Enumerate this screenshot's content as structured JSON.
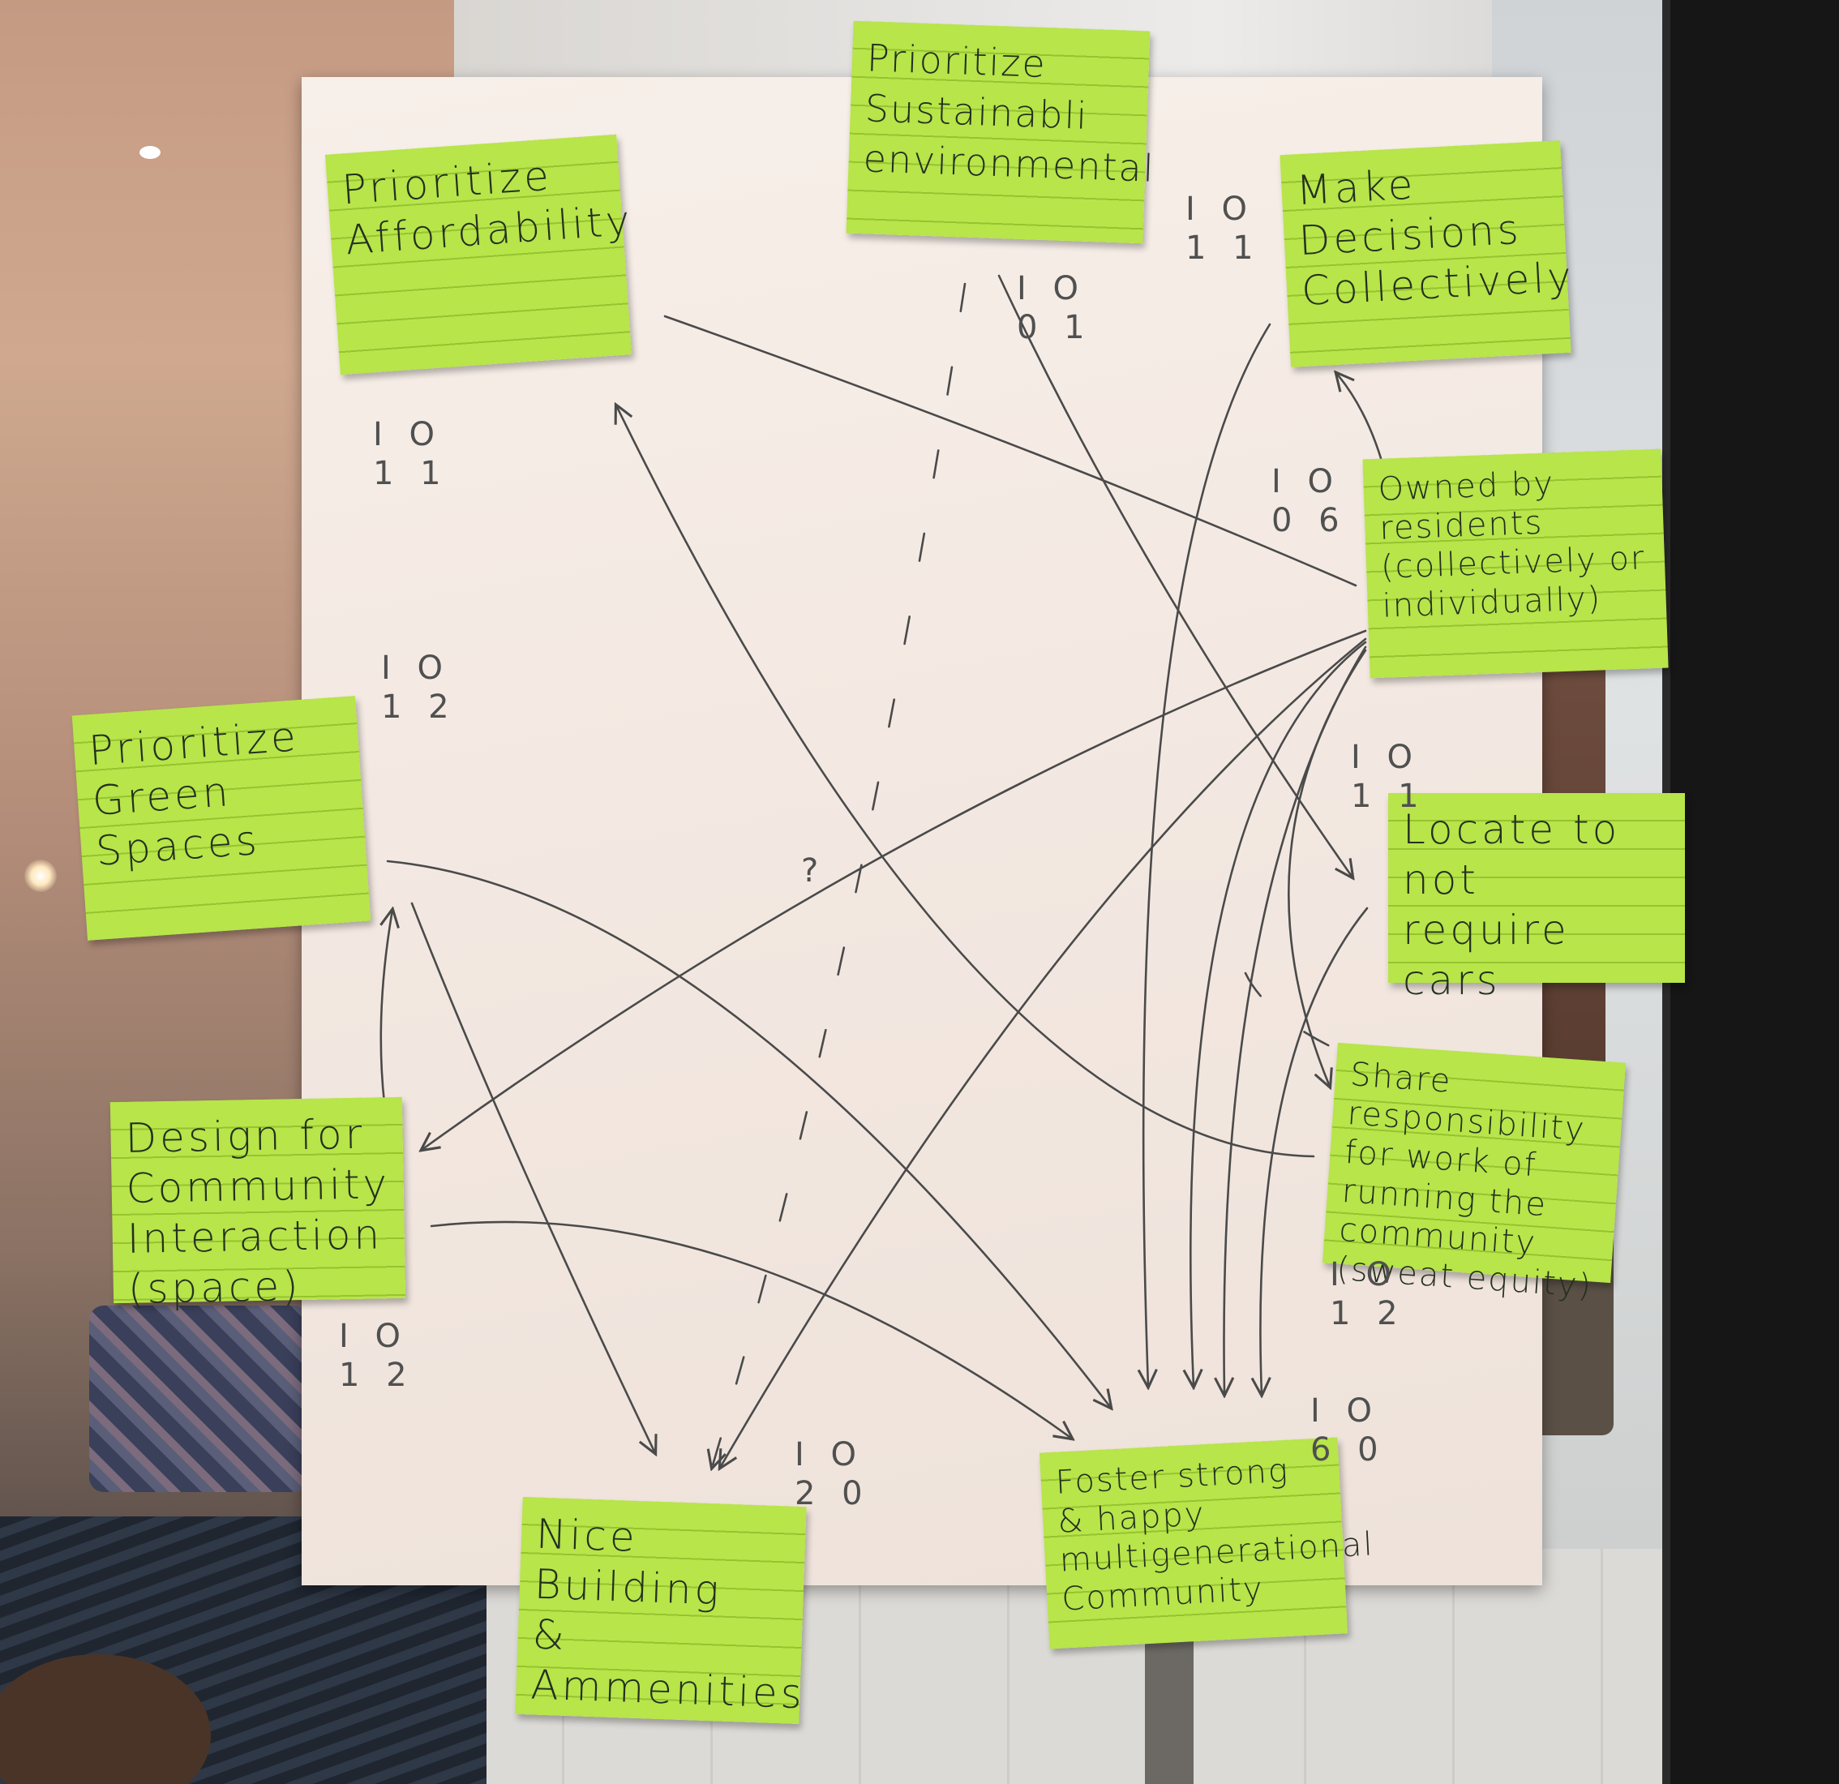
{
  "stickies": [
    {
      "id": "affordability",
      "text": "Prioritize\nAffordability"
    },
    {
      "id": "sustainability",
      "text": "Prioritize\nSustainabli\nenvironmental"
    },
    {
      "id": "decisions",
      "text": "Make\nDecisions\nCollectively"
    },
    {
      "id": "owned",
      "text": "Owned by\nresidents\n(collectively or\nindividually)"
    },
    {
      "id": "locate",
      "text": "Locate to not\nrequire\ncars"
    },
    {
      "id": "share",
      "text": "Share responsibility\nfor work of\nrunning the\ncommunity\n(sweat equity)"
    },
    {
      "id": "foster",
      "text": "Foster strong\n& happy\nmultigenerational\nCommunity"
    },
    {
      "id": "nice",
      "text": "Nice Building\n&\nAmmenities"
    },
    {
      "id": "design",
      "text": "Design for\nCommunity\nInteraction\n(space)"
    },
    {
      "id": "green",
      "text": "Prioritize\nGreen\nSpaces"
    }
  ],
  "tallies": [
    {
      "id": "affordability",
      "text": "I O\n1 1"
    },
    {
      "id": "sustainability",
      "text": "I O\n0 1"
    },
    {
      "id": "decisions",
      "text": "I O\n1 1"
    },
    {
      "id": "owned",
      "text": "I O\n0 6"
    },
    {
      "id": "locate",
      "text": "I O\n1 1"
    },
    {
      "id": "share",
      "text": "I O\n1 2"
    },
    {
      "id": "foster",
      "text": "I O\n6 0"
    },
    {
      "id": "nice",
      "text": "I O\n2 0"
    },
    {
      "id": "design",
      "text": "I O\n1 2"
    },
    {
      "id": "green",
      "text": "I O\n1 2"
    }
  ],
  "question_mark": "?",
  "colors": {
    "sticky": "#b7e54a",
    "pen": "#4a4a4a",
    "paper": "#f5ece6"
  }
}
